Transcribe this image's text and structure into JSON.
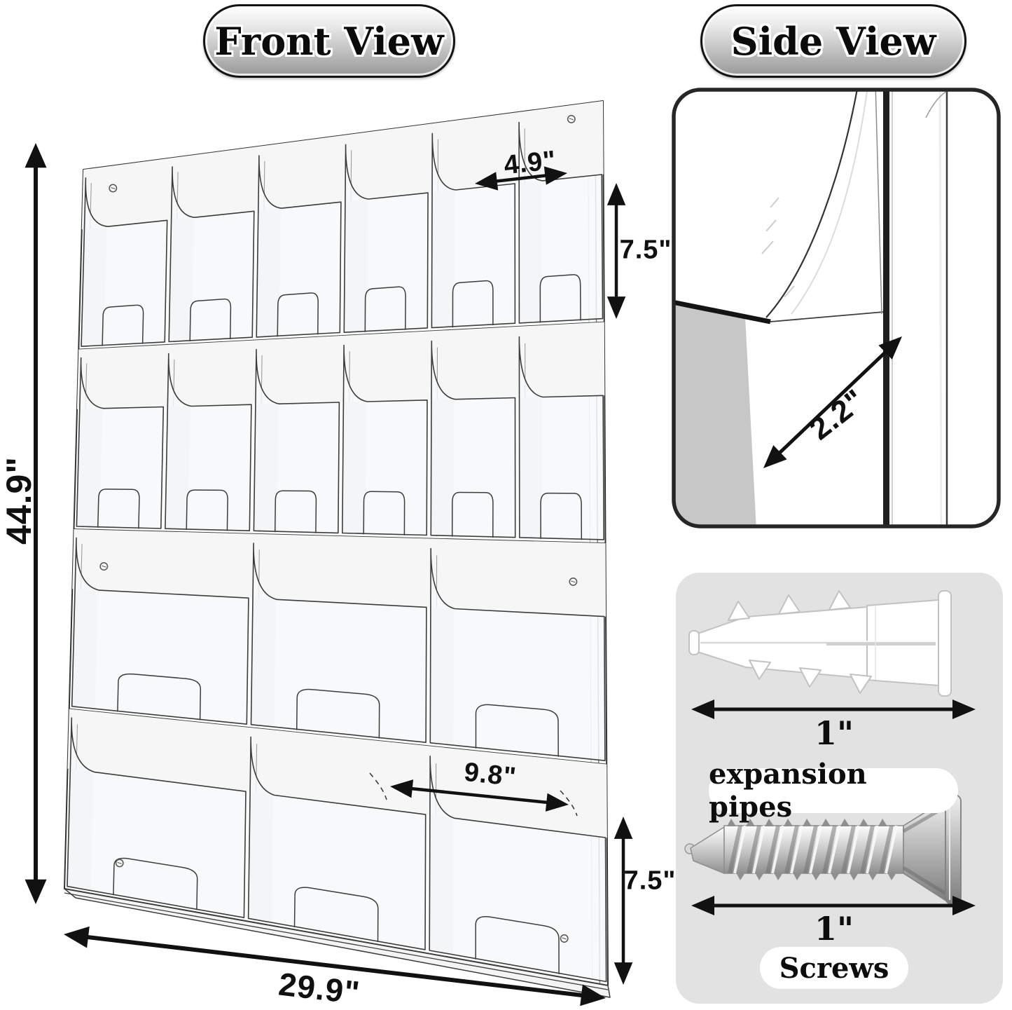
{
  "views": {
    "front": {
      "label": "Front View"
    },
    "side": {
      "label": "Side View"
    }
  },
  "dimensions": {
    "overall_height": "44.9\"",
    "overall_width": "29.9\"",
    "small_pocket_width": "4.9\"",
    "small_pocket_height": "7.5\"",
    "large_pocket_width": "9.8\"",
    "large_pocket_height": "7.5\"",
    "side_depth": "2.2\""
  },
  "hardware": {
    "expansion_pipe": {
      "length": "1\"",
      "label": "expansion pipes"
    },
    "screw": {
      "length": "1\"",
      "label": "Screws"
    }
  },
  "structure": {
    "small_pocket_rows": 2,
    "small_pocket_columns": 6,
    "large_pocket_rows": 2,
    "large_pocket_columns": 3
  },
  "colors": {
    "hardware_panel_gray": "#e2e2e2",
    "side_wall_gray": "#c7c7c7",
    "line_color": "#3c3c3c"
  }
}
